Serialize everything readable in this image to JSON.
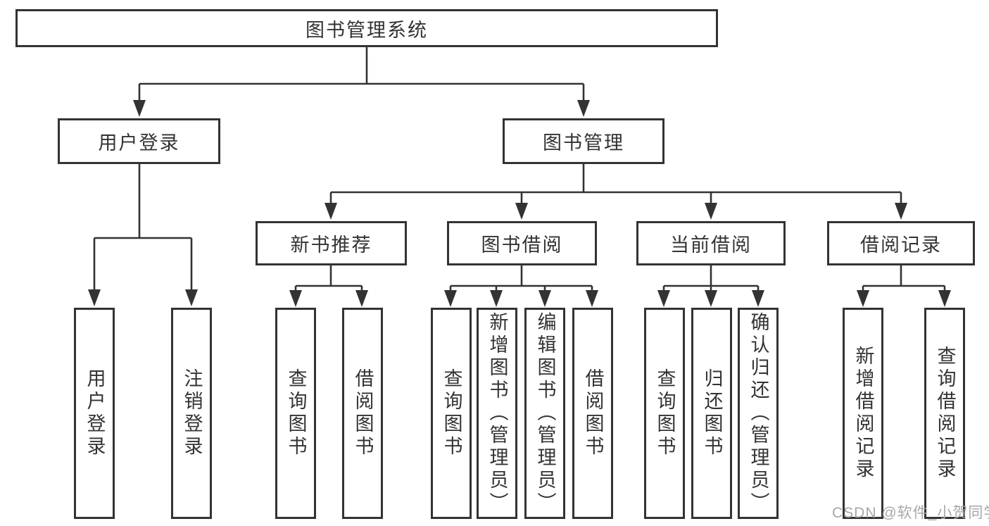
{
  "diagram": {
    "title": "图书管理系统",
    "user_login": {
      "label": "用户登录",
      "leaves": [
        "用户登录",
        "注销登录"
      ]
    },
    "book_management": {
      "label": "图书管理",
      "children": [
        {
          "label": "新书推荐",
          "leaves": [
            "查询图书",
            "借阅图书"
          ]
        },
        {
          "label": "图书借阅",
          "leaves": [
            "查询图书",
            "新增图书（管理员）",
            "编辑图书（管理员）",
            "借阅图书"
          ]
        },
        {
          "label": "当前借阅",
          "leaves": [
            "查询图书",
            "归还图书",
            "确认归还（管理员）"
          ]
        },
        {
          "label": "借阅记录",
          "leaves": [
            "新增借阅记录",
            "查询借阅记录"
          ]
        }
      ]
    }
  },
  "watermark": "CSDN @软件_小贺同学",
  "colors": {
    "line": "#333333",
    "background": "#ffffff",
    "watermark_text": "#a7a7a9"
  }
}
